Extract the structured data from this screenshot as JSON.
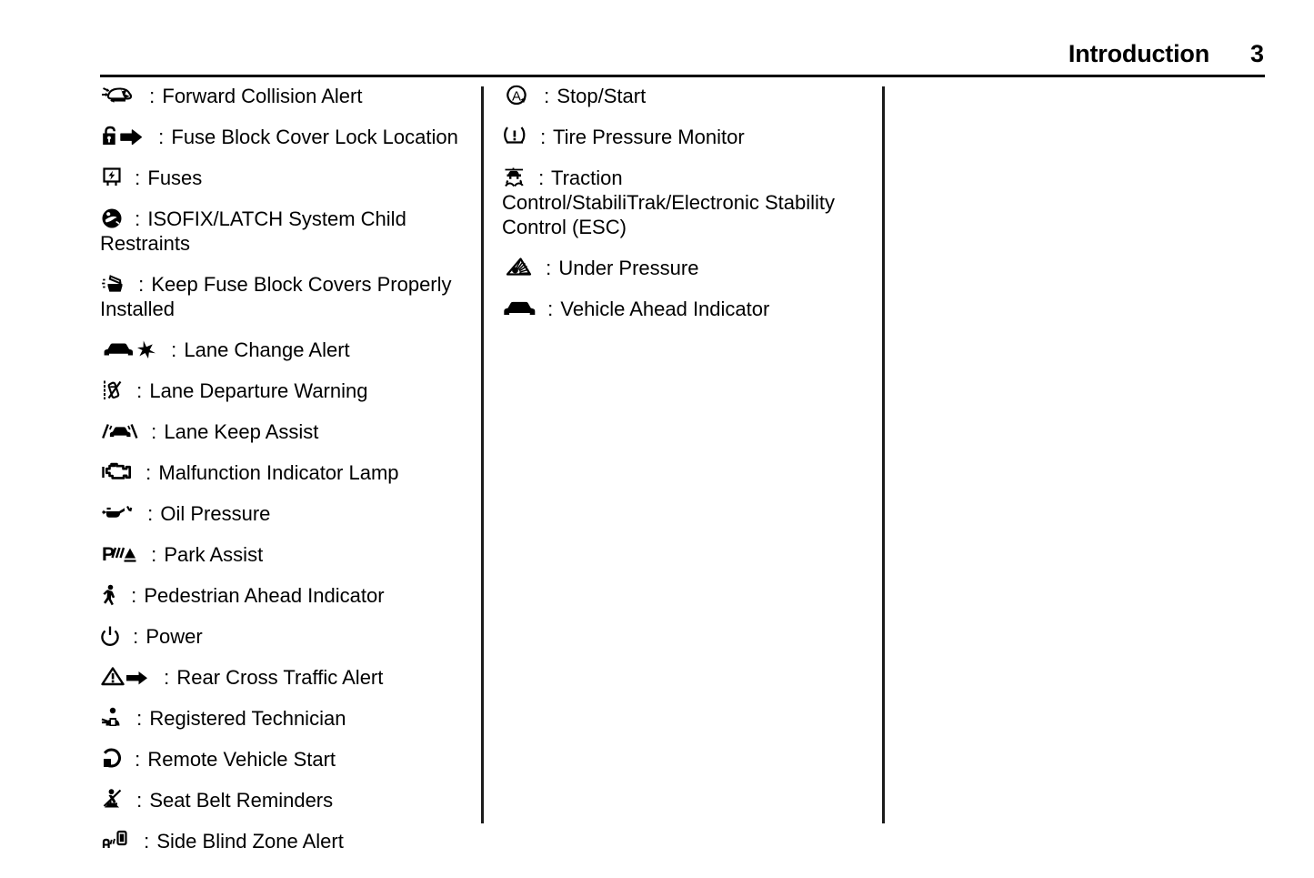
{
  "header": {
    "title": "Introduction",
    "page_number": "3"
  },
  "separator": ":",
  "columns": [
    {
      "name": "left-column",
      "entries": [
        {
          "icon": "forward-collision-alert-icon",
          "label": "Forward Collision Alert"
        },
        {
          "icon": "fuse-block-cover-lock-location-icon",
          "label": "Fuse Block Cover Lock Location"
        },
        {
          "icon": "fuses-icon",
          "label": "Fuses"
        },
        {
          "icon": "isofix-latch-child-restraint-icon",
          "label": "ISOFIX/LATCH System Child Restraints"
        },
        {
          "icon": "keep-fuse-block-covers-installed-icon",
          "label": "Keep Fuse Block Covers Properly Installed"
        },
        {
          "icon": "lane-change-alert-icon",
          "label": "Lane Change Alert"
        },
        {
          "icon": "lane-departure-warning-icon",
          "label": "Lane Departure Warning"
        },
        {
          "icon": "lane-keep-assist-icon",
          "label": "Lane Keep Assist"
        },
        {
          "icon": "malfunction-indicator-lamp-icon",
          "label": "Malfunction Indicator Lamp"
        },
        {
          "icon": "oil-pressure-icon",
          "label": "Oil Pressure"
        },
        {
          "icon": "park-assist-icon",
          "label": "Park Assist"
        },
        {
          "icon": "pedestrian-ahead-indicator-icon",
          "label": "Pedestrian Ahead Indicator"
        },
        {
          "icon": "power-icon",
          "label": "Power"
        },
        {
          "icon": "rear-cross-traffic-alert-icon",
          "label": "Rear Cross Traffic Alert"
        },
        {
          "icon": "registered-technician-icon",
          "label": "Registered Technician"
        },
        {
          "icon": "remote-vehicle-start-icon",
          "label": "Remote Vehicle Start"
        },
        {
          "icon": "seat-belt-reminders-icon",
          "label": "Seat Belt Reminders"
        },
        {
          "icon": "side-blind-zone-alert-icon",
          "label": "Side Blind Zone Alert"
        }
      ]
    },
    {
      "name": "middle-column",
      "entries": [
        {
          "icon": "stop-start-icon",
          "label": "Stop/Start"
        },
        {
          "icon": "tire-pressure-monitor-icon",
          "label": "Tire Pressure Monitor"
        },
        {
          "icon": "traction-control-stabilitrak-icon",
          "label": "Traction Control/StabiliTrak/Electronic Stability Control (ESC)"
        },
        {
          "icon": "under-pressure-icon",
          "label": "Under Pressure"
        },
        {
          "icon": "vehicle-ahead-indicator-icon",
          "label": "Vehicle Ahead Indicator"
        }
      ]
    },
    {
      "name": "right-column",
      "entries": []
    }
  ]
}
